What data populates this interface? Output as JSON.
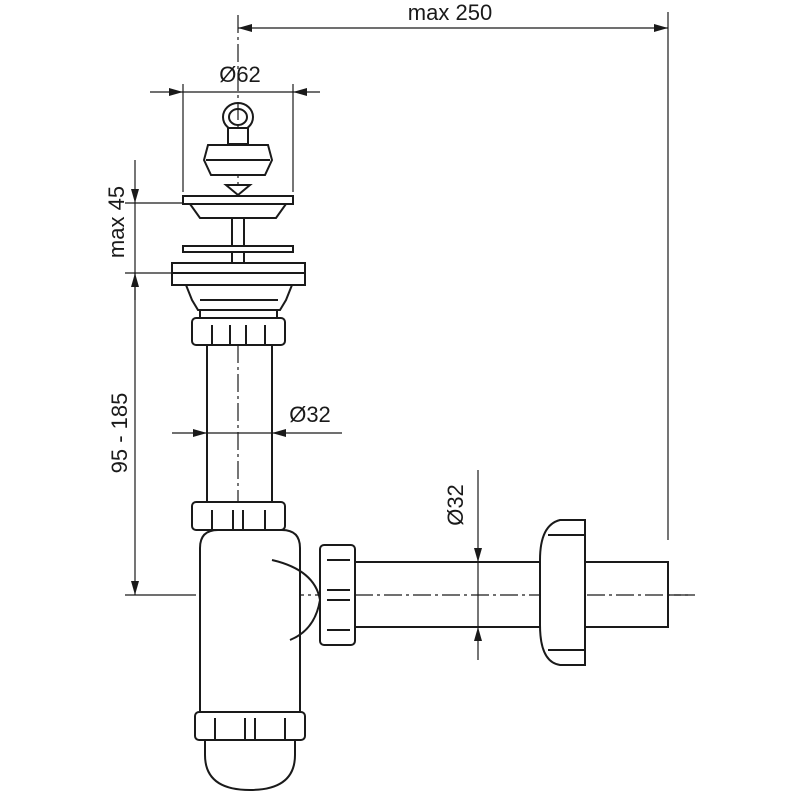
{
  "drawing": {
    "dimensions": {
      "overall_width": "max 250",
      "strainer_diameter": "Ø62",
      "stopper_height": "max 45",
      "height_range": "95 - 185",
      "tube_diameter": "Ø32",
      "outlet_diameter": "Ø32"
    }
  }
}
